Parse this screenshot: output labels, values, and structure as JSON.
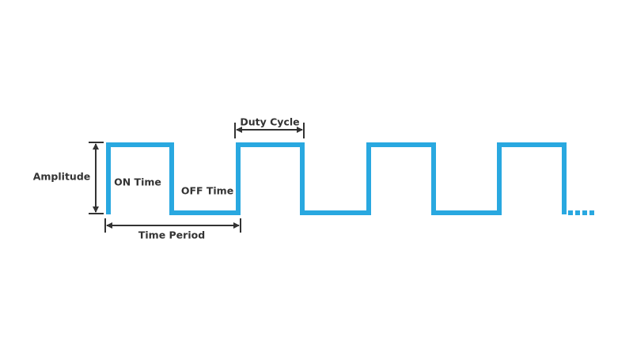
{
  "labels": {
    "amplitude": "Amplitude",
    "on_time": "ON Time",
    "off_time": "OFF Time",
    "duty_cycle": "Duty Cycle",
    "time_period": "Time Period"
  },
  "colors": {
    "waveform": "#29a8e0",
    "annotation": "#333333"
  },
  "waveform": {
    "type": "square-wave",
    "cycles_shown": 4,
    "continues": true
  }
}
